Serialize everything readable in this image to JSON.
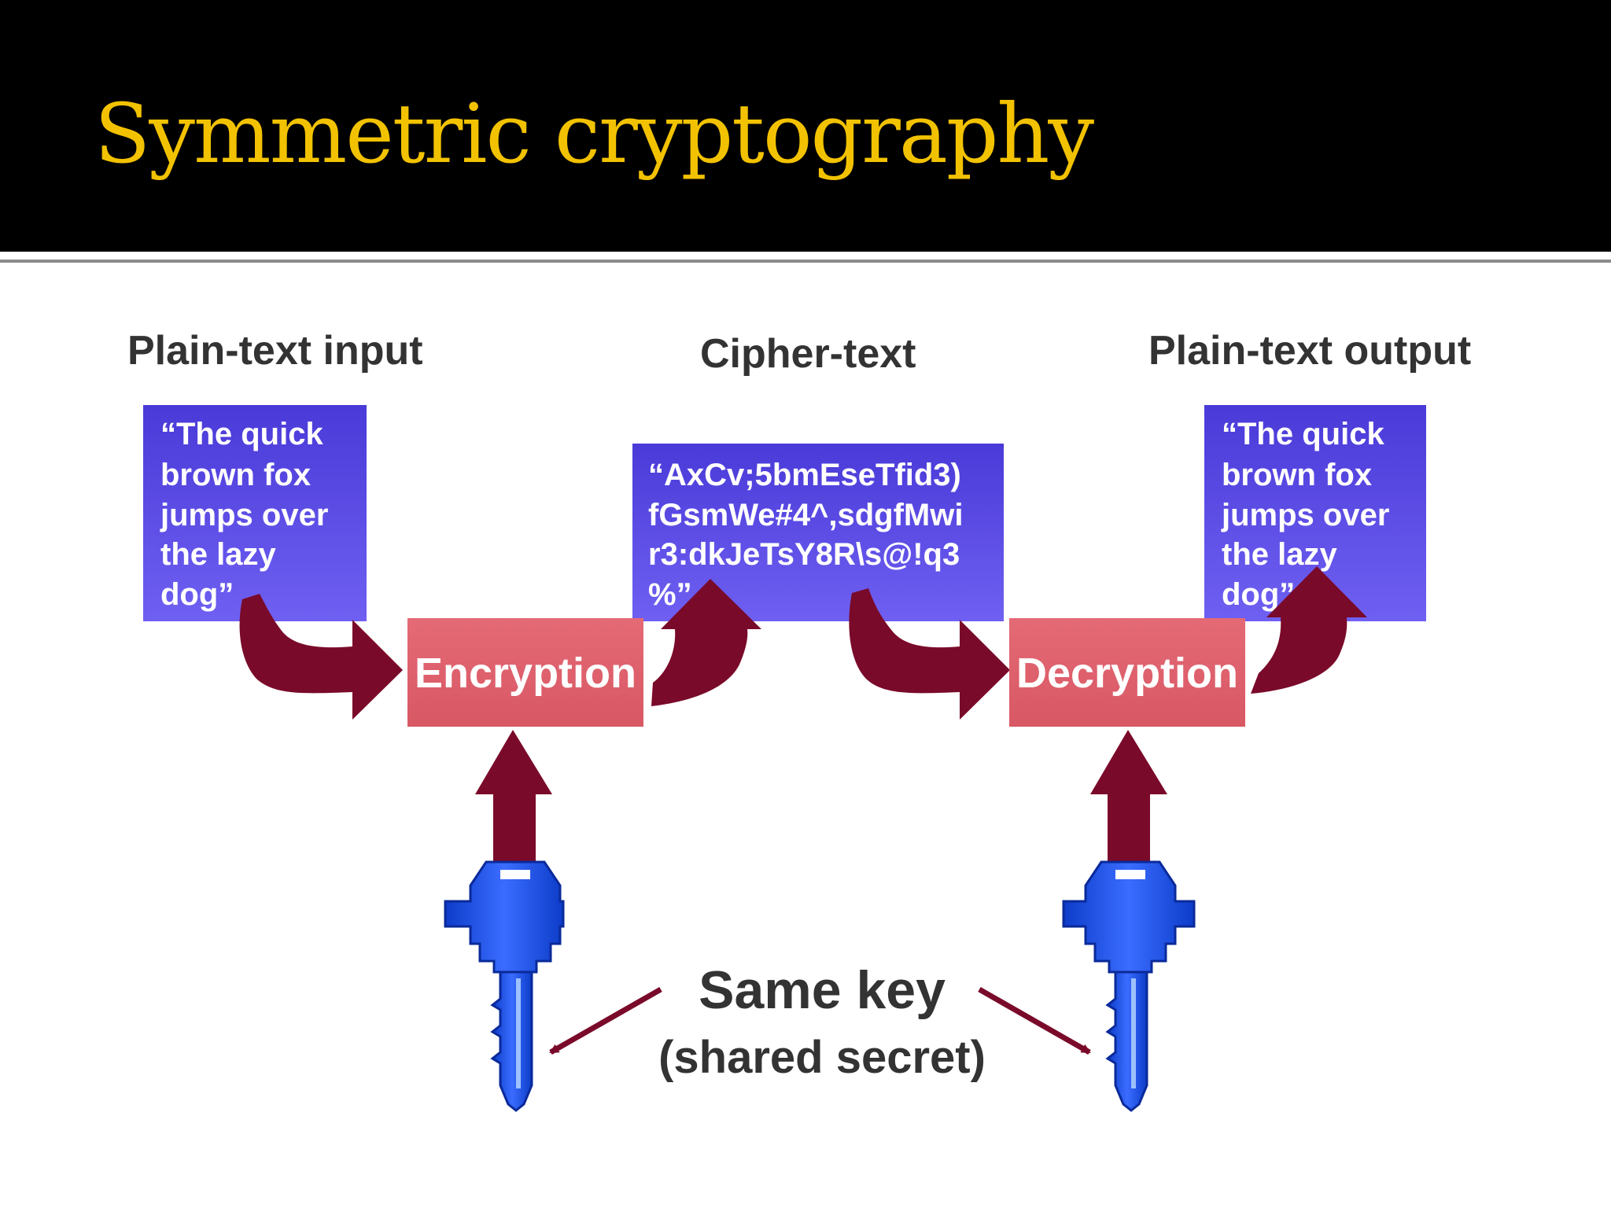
{
  "slide": {
    "title": "Symmetric cryptography"
  },
  "diagram": {
    "labels": {
      "plaintext_input": "Plain-text input",
      "ciphertext": "Cipher-text",
      "plaintext_output": "Plain-text output"
    },
    "input_box": {
      "lines": [
        "“The quick",
        "brown fox",
        "jumps over",
        "the lazy",
        "dog”"
      ]
    },
    "cipher_box": {
      "lines": [
        "“AxCv;5bmEseTfid3)",
        "fGsmWe#4^,sdgfMwi",
        "r3:dkJeTsY8R\\s@!q3",
        "%”"
      ]
    },
    "output_box": {
      "lines": [
        "“The quick",
        "brown fox",
        "jumps over",
        "the lazy",
        "dog”"
      ]
    },
    "encryption_label": "Encryption",
    "decryption_label": "Decryption",
    "key_caption": {
      "line1": "Same key",
      "line2": "(shared secret)"
    }
  },
  "colors": {
    "header_bg": "#000000",
    "title": "#f2c200",
    "text_box": "#5a4be6",
    "process_box": "#e06470",
    "arrow": "#7a0a2a",
    "key": "#1a4fd8",
    "label_text": "#333333"
  }
}
